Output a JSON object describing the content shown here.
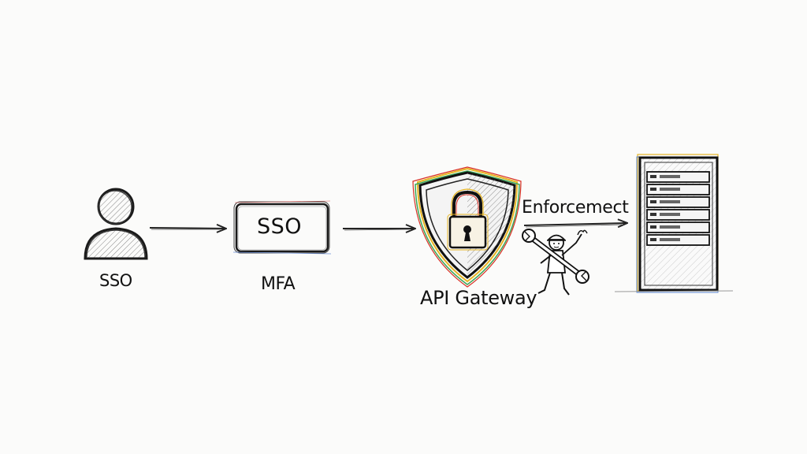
{
  "diagram": {
    "user_label": "SSO",
    "box_label": "SSO",
    "box_caption": "MFA",
    "gateway_label": "API Gateway",
    "enforcement_label": "Enforcemect"
  },
  "icons": {
    "user": "user-silhouette-icon",
    "gateway": "shield-padlock-icon",
    "mechanic": "mechanic-with-wrench-icon",
    "server": "server-rack-icon"
  },
  "colors": {
    "ink": "#111111",
    "sketch_accents": [
      "#e6b422",
      "#3aa757",
      "#d93025",
      "#4a7bd0"
    ]
  }
}
